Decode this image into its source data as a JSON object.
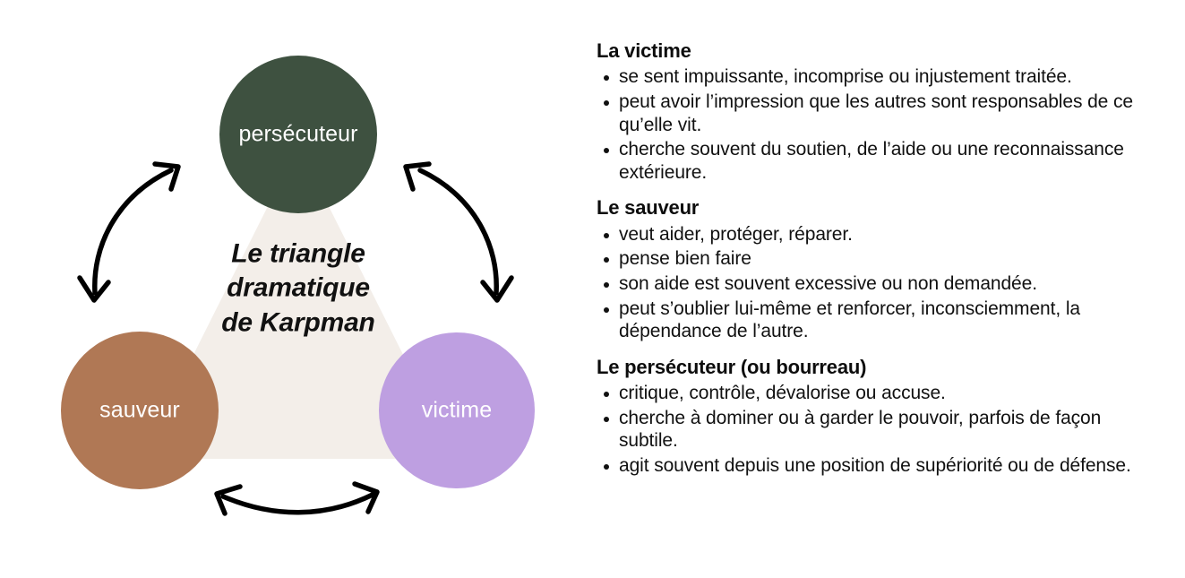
{
  "diagram": {
    "center_title_lines": [
      "Le triangle",
      "dramatique",
      "de Karpman"
    ],
    "triangle_fill": "#F3EEE9",
    "nodes": [
      {
        "id": "persecuteur",
        "label": "persécuteur",
        "color": "#3E5140",
        "text_color": "#ffffff"
      },
      {
        "id": "sauveur",
        "label": "sauveur",
        "color": "#B07855",
        "text_color": "#ffffff"
      },
      {
        "id": "victime",
        "label": "victime",
        "color": "#BE9FE1",
        "text_color": "#ffffff"
      }
    ],
    "arrows": [
      {
        "id": "sauveur-persecuteur",
        "style": "double-headed-curved"
      },
      {
        "id": "persecuteur-victime",
        "style": "double-headed-curved"
      },
      {
        "id": "sauveur-victime",
        "style": "double-headed-curved"
      }
    ],
    "arrow_color": "#000000"
  },
  "content": {
    "sections": [
      {
        "heading": "La victime",
        "bullets": [
          "se sent impuissante, incomprise ou injustement traitée.",
          "peut avoir l’impression que les autres sont responsables de ce qu’elle vit.",
          "cherche souvent du soutien, de l’aide ou une reconnaissance extérieure."
        ]
      },
      {
        "heading": "Le sauveur",
        "bullets": [
          "veut aider, protéger, réparer.",
          "pense bien faire",
          "son aide est souvent excessive ou non demandée.",
          "peut s’oublier lui-même et renforcer, inconsciemment, la dépendance de l’autre."
        ]
      },
      {
        "heading": "Le persécuteur (ou bourreau)",
        "bullets": [
          "critique, contrôle, dévalorise ou accuse.",
          "cherche à dominer ou à garder le pouvoir, parfois de façon subtile.",
          "agit souvent depuis une position de supériorité ou de défense."
        ]
      }
    ]
  }
}
